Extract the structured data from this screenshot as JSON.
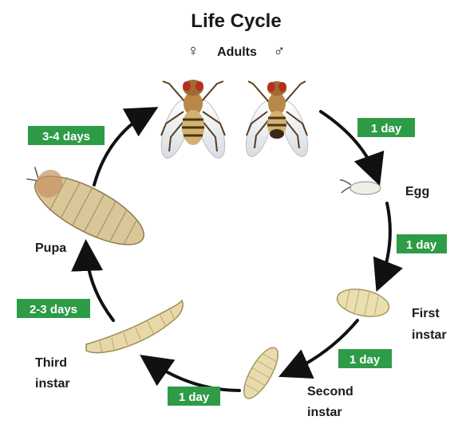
{
  "title": "Life Cycle",
  "adults": {
    "female_symbol": "♀",
    "label": "Adults",
    "male_symbol": "♂"
  },
  "stages": {
    "egg": "Egg",
    "first_instar": [
      "First",
      "instar"
    ],
    "second_instar": [
      "Second",
      "instar"
    ],
    "third_instar": [
      "Third",
      "instar"
    ],
    "pupa": "Pupa"
  },
  "durations": {
    "adult_to_egg": "1 day",
    "egg_to_first": "1 day",
    "first_to_second": "1 day",
    "second_to_third": "1 day",
    "third_to_pupa": "2-3 days",
    "pupa_to_adult": "3-4 days"
  },
  "colors": {
    "badge": "#2e9b47",
    "arrow": "#111111",
    "egg": "#f0efe6",
    "larva": "#e8dcae",
    "pupa": "#d9c79a",
    "fly_body": "#c49a55",
    "fly_eye": "#b5301f",
    "wing": "#eef1f3"
  }
}
